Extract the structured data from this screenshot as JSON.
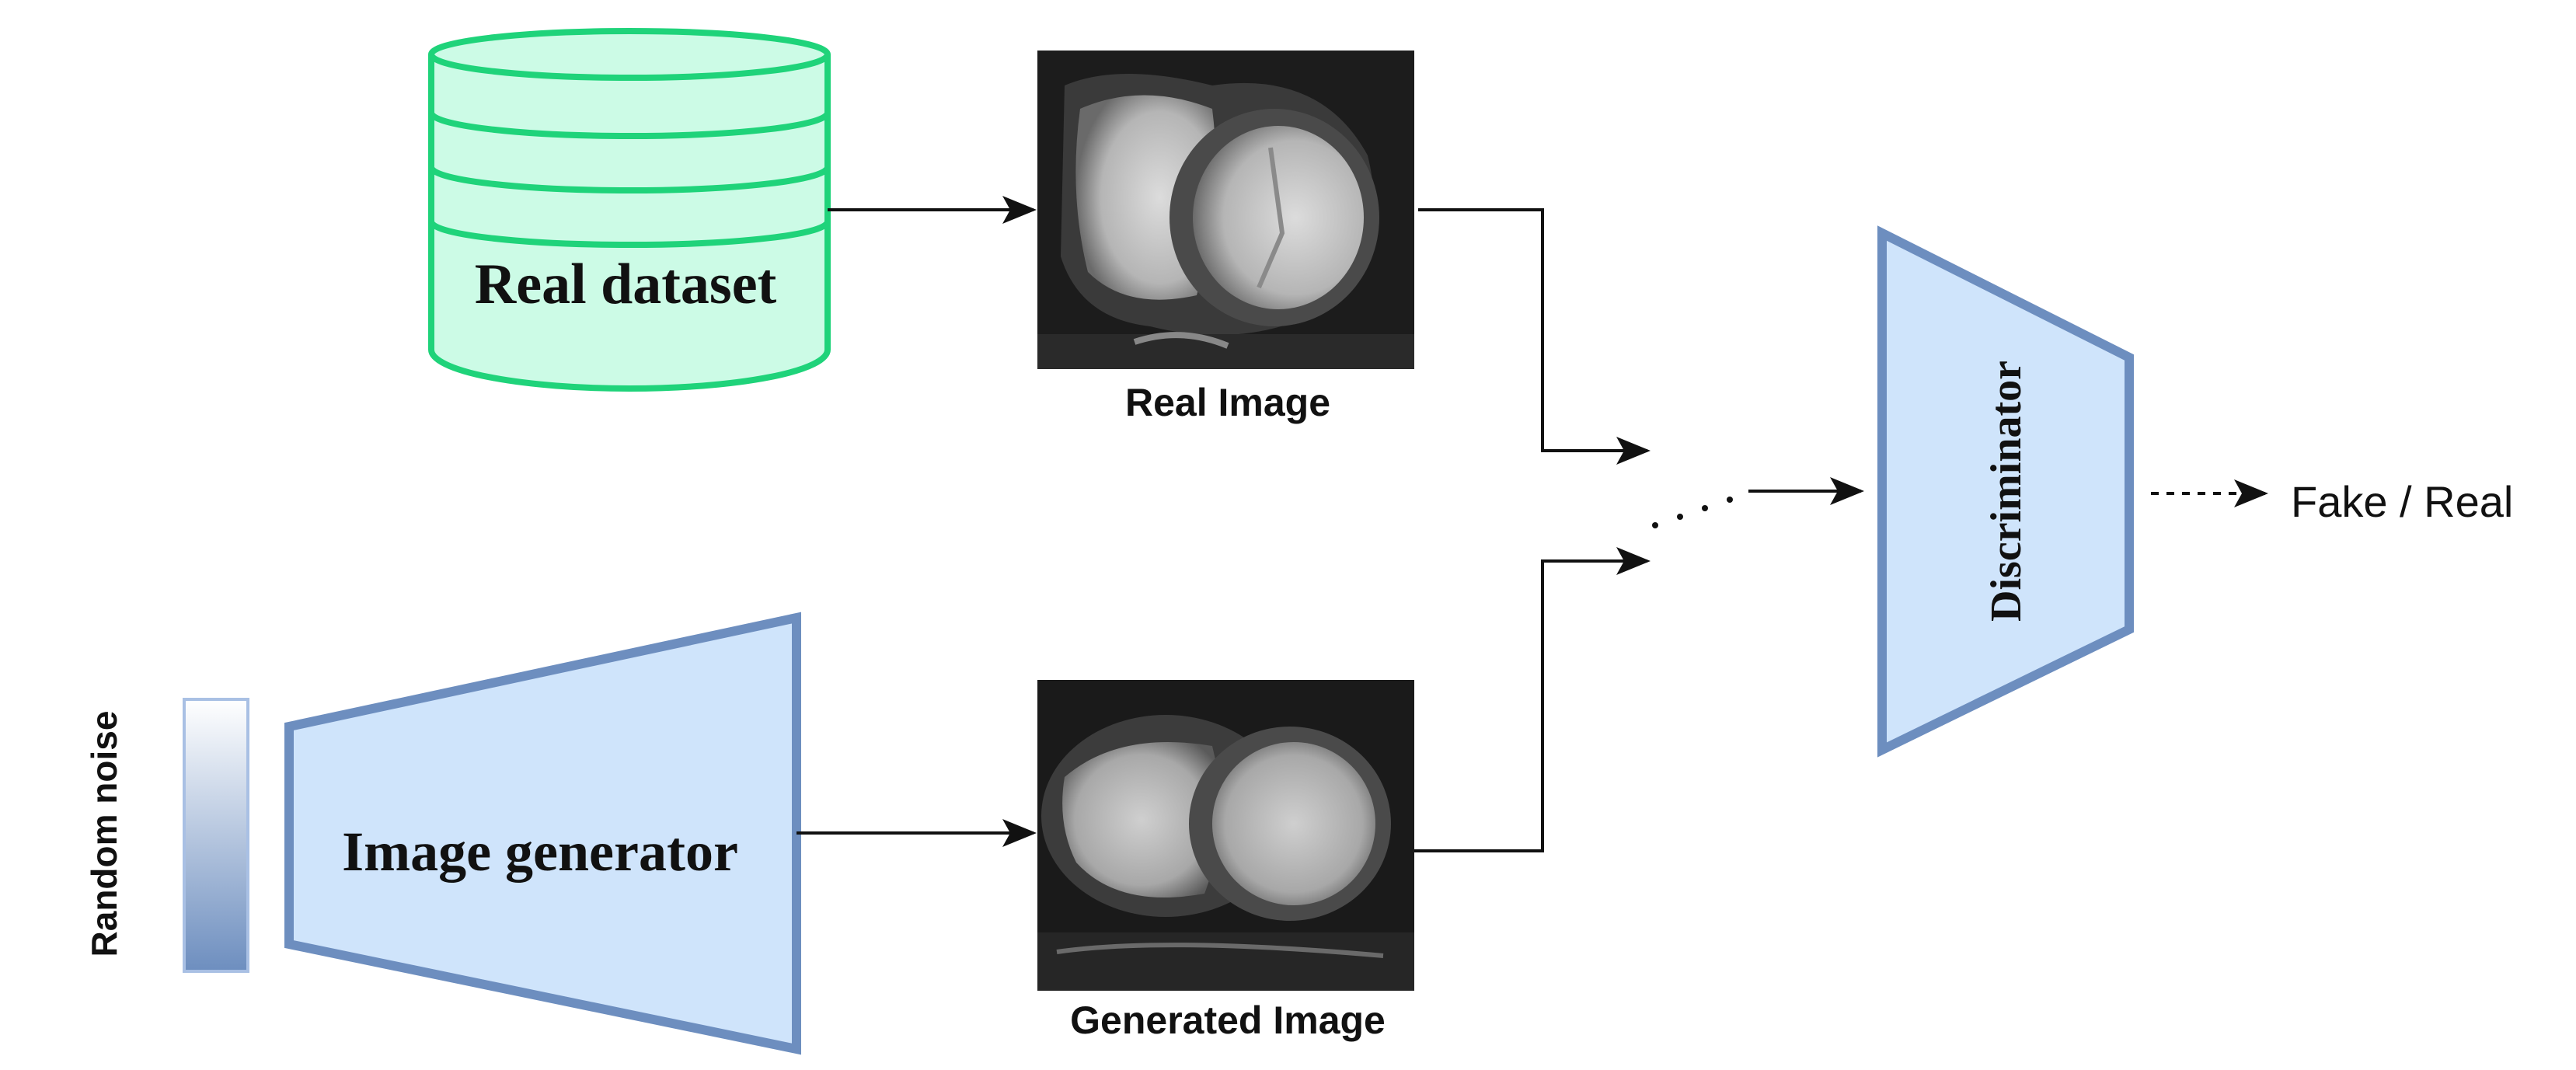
{
  "nodes": {
    "real_dataset": {
      "label": "Real dataset"
    },
    "real_image": {
      "caption": "Real Image"
    },
    "random_noise": {
      "label": "Random noise"
    },
    "image_generator": {
      "label": "Image generator"
    },
    "generated_image": {
      "caption": "Generated Image"
    },
    "discriminator": {
      "label": "Discriminator"
    },
    "output": {
      "label": "Fake / Real"
    }
  },
  "colors": {
    "database_fill": "#ccfbe6",
    "database_stroke": "#1fd37a",
    "block_fill": "#cfe4fb",
    "block_stroke": "#6d8ebf",
    "arrow": "#111111"
  }
}
